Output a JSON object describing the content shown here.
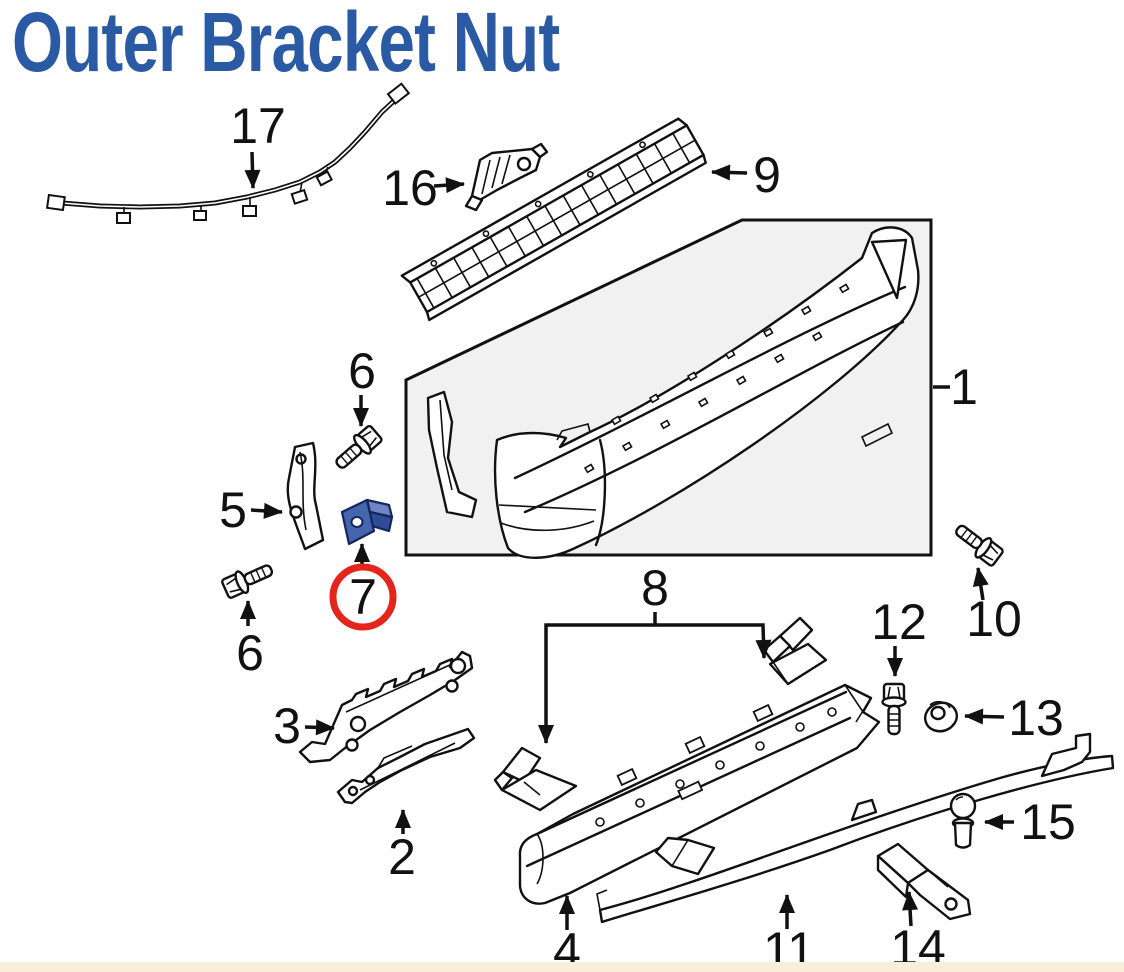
{
  "title": {
    "text": "Outer Bracket Nut"
  },
  "colors": {
    "title_blue": "#2b5aa5",
    "highlight_blue": "#4565ae",
    "highlight_blue_dark": "#2e4c97",
    "highlight_blue_light": "#6e86c4",
    "callout_red": "#e3251c",
    "box_fill": "#f1f1f2",
    "bottom_strip_beige": "#f8efdb",
    "line_color": "#111111"
  },
  "highlighted_part_number": "7",
  "parts": [
    {
      "number": "17",
      "name": "wiring-harness"
    },
    {
      "number": "16",
      "name": "mounting-bracket"
    },
    {
      "number": "9",
      "name": "step-pad"
    },
    {
      "number": "1",
      "name": "bumper-cover"
    },
    {
      "number": "6",
      "name": "bolt-upper"
    },
    {
      "number": "5",
      "name": "side-bracket"
    },
    {
      "number": "7",
      "name": "outer-bracket-nut",
      "highlighted": true
    },
    {
      "number": "6",
      "name": "bolt-lower"
    },
    {
      "number": "3",
      "name": "bracket-rail"
    },
    {
      "number": "2",
      "name": "lower-bracket"
    },
    {
      "number": "8",
      "name": "corner-brackets"
    },
    {
      "number": "4",
      "name": "impact-absorber"
    },
    {
      "number": "12",
      "name": "hex-bolt"
    },
    {
      "number": "10",
      "name": "hex-bolt"
    },
    {
      "number": "13",
      "name": "push-nut"
    },
    {
      "number": "15",
      "name": "hitch-ball"
    },
    {
      "number": "11",
      "name": "lower-reinforcement"
    },
    {
      "number": "14",
      "name": "hitch-drawbar"
    }
  ]
}
